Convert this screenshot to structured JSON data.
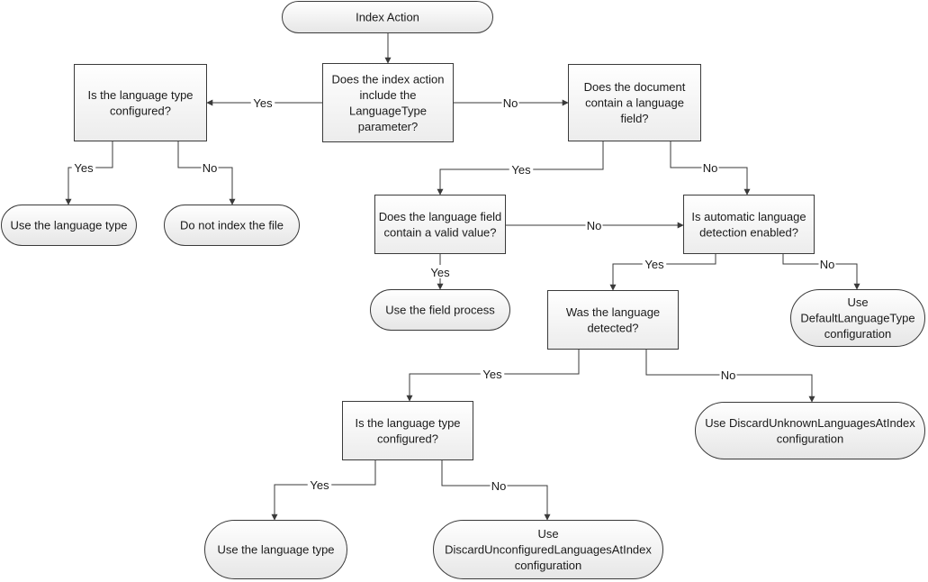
{
  "nodes": {
    "start": {
      "kind": "terminal",
      "lines": [
        "Index Action"
      ]
    },
    "q_param": {
      "kind": "decision",
      "lines": [
        "Does the index action",
        "include the",
        "LanguageType",
        "parameter?"
      ]
    },
    "q_type1": {
      "kind": "decision",
      "lines": [
        "Is the language type",
        "configured?"
      ]
    },
    "q_docfield": {
      "kind": "decision",
      "lines": [
        "Does the document",
        "contain a language",
        "field?"
      ]
    },
    "use_type1": {
      "kind": "terminal",
      "lines": [
        "Use the language type"
      ]
    },
    "no_index": {
      "kind": "terminal",
      "lines": [
        "Do not index the file"
      ]
    },
    "q_valid": {
      "kind": "decision",
      "lines": [
        "Does the language field",
        "contain a valid value?"
      ]
    },
    "q_auto": {
      "kind": "decision",
      "lines": [
        "Is automatic language",
        "detection enabled?"
      ]
    },
    "use_field": {
      "kind": "terminal",
      "lines": [
        "Use the field process"
      ]
    },
    "q_detected": {
      "kind": "decision",
      "lines": [
        "Was the language",
        "detected?"
      ]
    },
    "use_default": {
      "kind": "terminal",
      "lines": [
        "Use",
        "DefaultLanguageType",
        "configuration"
      ]
    },
    "q_type2": {
      "kind": "decision",
      "lines": [
        "Is the language type",
        "configured?"
      ]
    },
    "use_discard_unknown": {
      "kind": "terminal",
      "lines": [
        "Use DiscardUnknownLanguagesAtIndex",
        "configuration"
      ]
    },
    "use_type2": {
      "kind": "terminal",
      "lines": [
        "Use the language type"
      ]
    },
    "use_discard_unconf": {
      "kind": "terminal",
      "lines": [
        "Use",
        "DiscardUnconfiguredLanguagesAtIndex",
        "configuration"
      ]
    }
  },
  "edges": [
    {
      "id": "start_to_param",
      "from": "start",
      "to": "q_param",
      "label": ""
    },
    {
      "id": "param_yes",
      "from": "q_param",
      "to": "q_type1",
      "label": "Yes"
    },
    {
      "id": "param_no",
      "from": "q_param",
      "to": "q_docfield",
      "label": "No"
    },
    {
      "id": "type1_yes",
      "from": "q_type1",
      "to": "use_type1",
      "label": "Yes"
    },
    {
      "id": "type1_no",
      "from": "q_type1",
      "to": "no_index",
      "label": "No"
    },
    {
      "id": "docfield_yes",
      "from": "q_docfield",
      "to": "q_valid",
      "label": "Yes"
    },
    {
      "id": "docfield_no",
      "from": "q_docfield",
      "to": "q_auto",
      "label": "No"
    },
    {
      "id": "valid_no",
      "from": "q_valid",
      "to": "q_auto",
      "label": "No"
    },
    {
      "id": "valid_yes",
      "from": "q_valid",
      "to": "use_field",
      "label": "Yes"
    },
    {
      "id": "auto_yes",
      "from": "q_auto",
      "to": "q_detected",
      "label": "Yes"
    },
    {
      "id": "auto_no",
      "from": "q_auto",
      "to": "use_default",
      "label": "No"
    },
    {
      "id": "detected_yes",
      "from": "q_detected",
      "to": "q_type2",
      "label": "Yes"
    },
    {
      "id": "detected_no",
      "from": "q_detected",
      "to": "use_discard_unknown",
      "label": "No"
    },
    {
      "id": "type2_yes",
      "from": "q_type2",
      "to": "use_type2",
      "label": "Yes"
    },
    {
      "id": "type2_no",
      "from": "q_type2",
      "to": "use_discard_unconf",
      "label": "No"
    }
  ]
}
